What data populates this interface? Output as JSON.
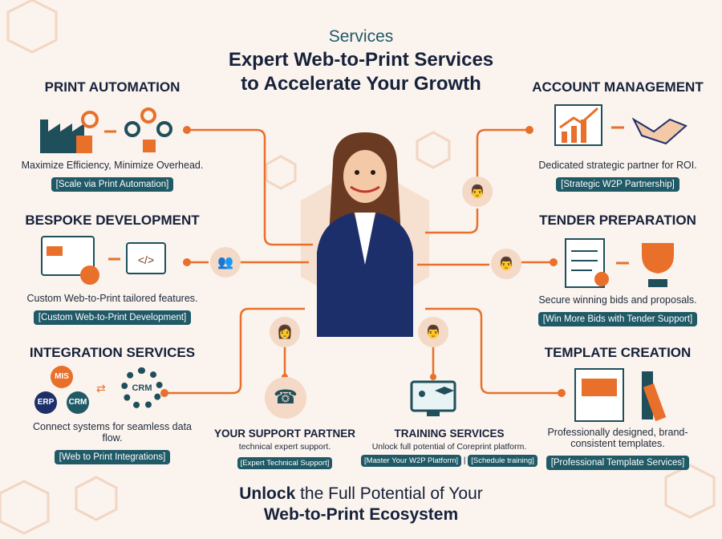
{
  "header": {
    "eyebrow": "Services",
    "title_line1": "Expert Web-to-Print Services",
    "title_line2": "to Accelerate Your Growth"
  },
  "sections": {
    "print_automation": {
      "title": "PRINT AUTOMATION",
      "desc": "Maximize Efficiency, Minimize Overhead.",
      "button": "[Scale via Print Automation]"
    },
    "bespoke": {
      "title": "BESPOKE DEVELOPMENT",
      "desc": "Custom Web-to-Print tailored features.",
      "button": "[Custom Web-to-Print Development]"
    },
    "integration": {
      "title": "INTEGRATION SERVICES",
      "desc": "Connect systems for seamless data flow.",
      "button": "[Web to Print Integrations]",
      "nodes": [
        "MIS",
        "ERP",
        "CRM"
      ],
      "gear_label": "CRM"
    },
    "support": {
      "title": "YOUR SUPPORT PARTNER",
      "desc": "technical expert support.",
      "button": "[Expert Technical Support]"
    },
    "training": {
      "title": "TRAINING SERVICES",
      "desc": "Unlock full potential of Coreprint platform.",
      "button": "[Master Your W2P Platform]",
      "separator": "|",
      "button2": "[Schedule training]"
    },
    "account": {
      "title": "ACCOUNT MANAGEMENT",
      "desc": "Dedicated strategic partner for ROI.",
      "button": "[Strategic W2P Partnership]"
    },
    "tender": {
      "title": "TENDER PREPARATION",
      "desc": "Secure winning bids and proposals.",
      "button": "[Win More Bids with Tender Support]"
    },
    "template": {
      "title": "TEMPLATE CREATION",
      "desc": "Professionally designed, brand-consistent templates.",
      "button": "[Professional Template Services]"
    }
  },
  "footer": {
    "bold": "Unlock",
    "rest": " the Full Potential of Your",
    "line2": "Web-to-Print Ecosystem"
  },
  "colors": {
    "accent": "#e8702a",
    "navy": "#16213a",
    "teal": "#1f5a66",
    "bg": "#faf3ee"
  }
}
